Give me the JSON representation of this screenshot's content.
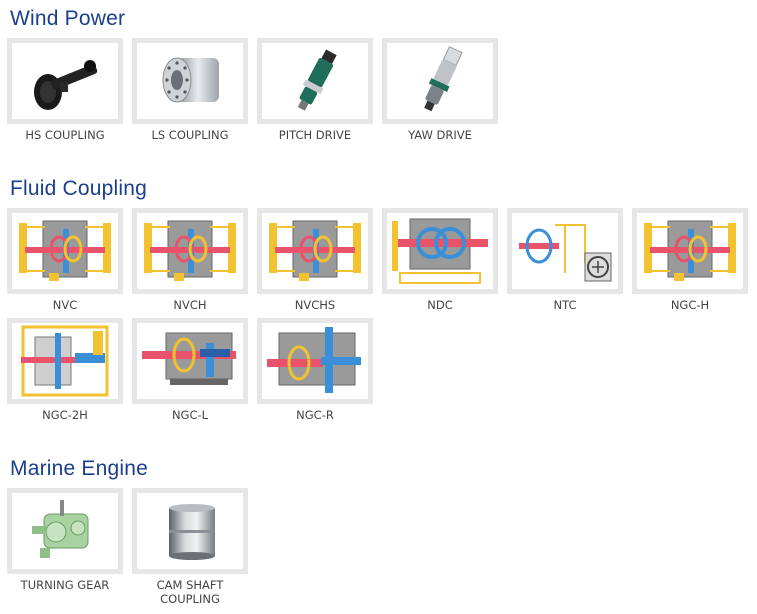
{
  "sections": {
    "wind": {
      "title": "Wind Power",
      "items": [
        {
          "label": "HS COUPLING",
          "icon": "hs-coupling-icon"
        },
        {
          "label": "LS COUPLING",
          "icon": "ls-coupling-icon"
        },
        {
          "label": "PITCH DRIVE",
          "icon": "pitch-drive-icon"
        },
        {
          "label": "YAW DRIVE",
          "icon": "yaw-drive-icon"
        }
      ]
    },
    "fluid": {
      "title": "Fluid Coupling",
      "items": [
        {
          "label": "NVC",
          "icon": "nvc-diagram-icon"
        },
        {
          "label": "NVCH",
          "icon": "nvch-diagram-icon"
        },
        {
          "label": "NVCHS",
          "icon": "nvchs-diagram-icon"
        },
        {
          "label": "NDC",
          "icon": "ndc-diagram-icon"
        },
        {
          "label": "NTC",
          "icon": "ntc-diagram-icon"
        },
        {
          "label": "NGC-H",
          "icon": "ngc-h-diagram-icon"
        },
        {
          "label": "NGC-2H",
          "icon": "ngc-2h-diagram-icon"
        },
        {
          "label": "NGC-L",
          "icon": "ngc-l-diagram-icon"
        },
        {
          "label": "NGC-R",
          "icon": "ngc-r-diagram-icon"
        }
      ]
    },
    "marine": {
      "title": "Marine Engine",
      "items": [
        {
          "label": "TURNING GEAR",
          "icon": "turning-gear-icon"
        },
        {
          "label": "CAM SHAFT\nCOUPLING",
          "icon": "cam-shaft-coupling-icon"
        }
      ]
    }
  },
  "colors": {
    "heading": "#1b3f8e",
    "frame": "#e6e6e6",
    "label": "#444444",
    "diagram_yellow": "#f2c230",
    "diagram_gray": "#9a9a9a",
    "diagram_red": "#e8536b",
    "diagram_blue": "#3a8fd6",
    "diagram_dark_green": "#1f6d5a"
  }
}
